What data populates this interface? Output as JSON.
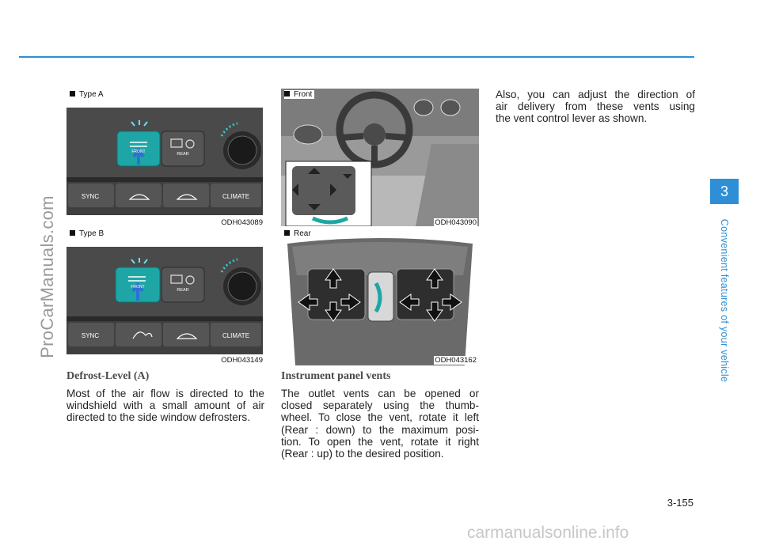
{
  "watermark": "ProCarManuals.com",
  "chapter": {
    "number": "3",
    "title": "Convenient features of your vehicle"
  },
  "page_number": "3-155",
  "site_watermark": "carmanualsonline.info",
  "figures": {
    "type_a": {
      "label": "Type A",
      "code": "ODH043089",
      "front_btn": "FRONT",
      "rear_btn": "REAR",
      "sync": "SYNC",
      "climate": "CLIMATE"
    },
    "type_b": {
      "label": "Type B",
      "code": "ODH043149",
      "front_btn": "FRONT",
      "rear_btn": "REAR",
      "sync": "SYNC",
      "climate": "CLIMATE"
    },
    "front": {
      "label": "Front",
      "code": "ODH043090"
    },
    "rear": {
      "label": "Rear",
      "code": "ODH043162"
    }
  },
  "sections": {
    "defrost": {
      "heading": "Defrost-Level (A)",
      "lines": [
        "Most of the air flow is directed to the",
        "windshield with a small amount of air",
        "directed to the side window defrosters."
      ]
    },
    "vents": {
      "heading": "Instrument panel vents",
      "lines": [
        "The outlet vents can be opened or",
        "closed separately using the thumb-",
        "wheel. To close the vent, rotate it left",
        "(Rear : down) to the maximum posi-",
        "tion. To open the vent, rotate it right",
        "(Rear : up) to the desired position."
      ]
    },
    "direction": {
      "lines": [
        "Also, you can adjust the direction of",
        "air delivery from these vents using",
        "the vent control lever as shown."
      ]
    }
  },
  "colors": {
    "accent": "#2e8fd6",
    "button_teal": "#1ea6a6",
    "panel_dark": "#3a3a3a"
  }
}
